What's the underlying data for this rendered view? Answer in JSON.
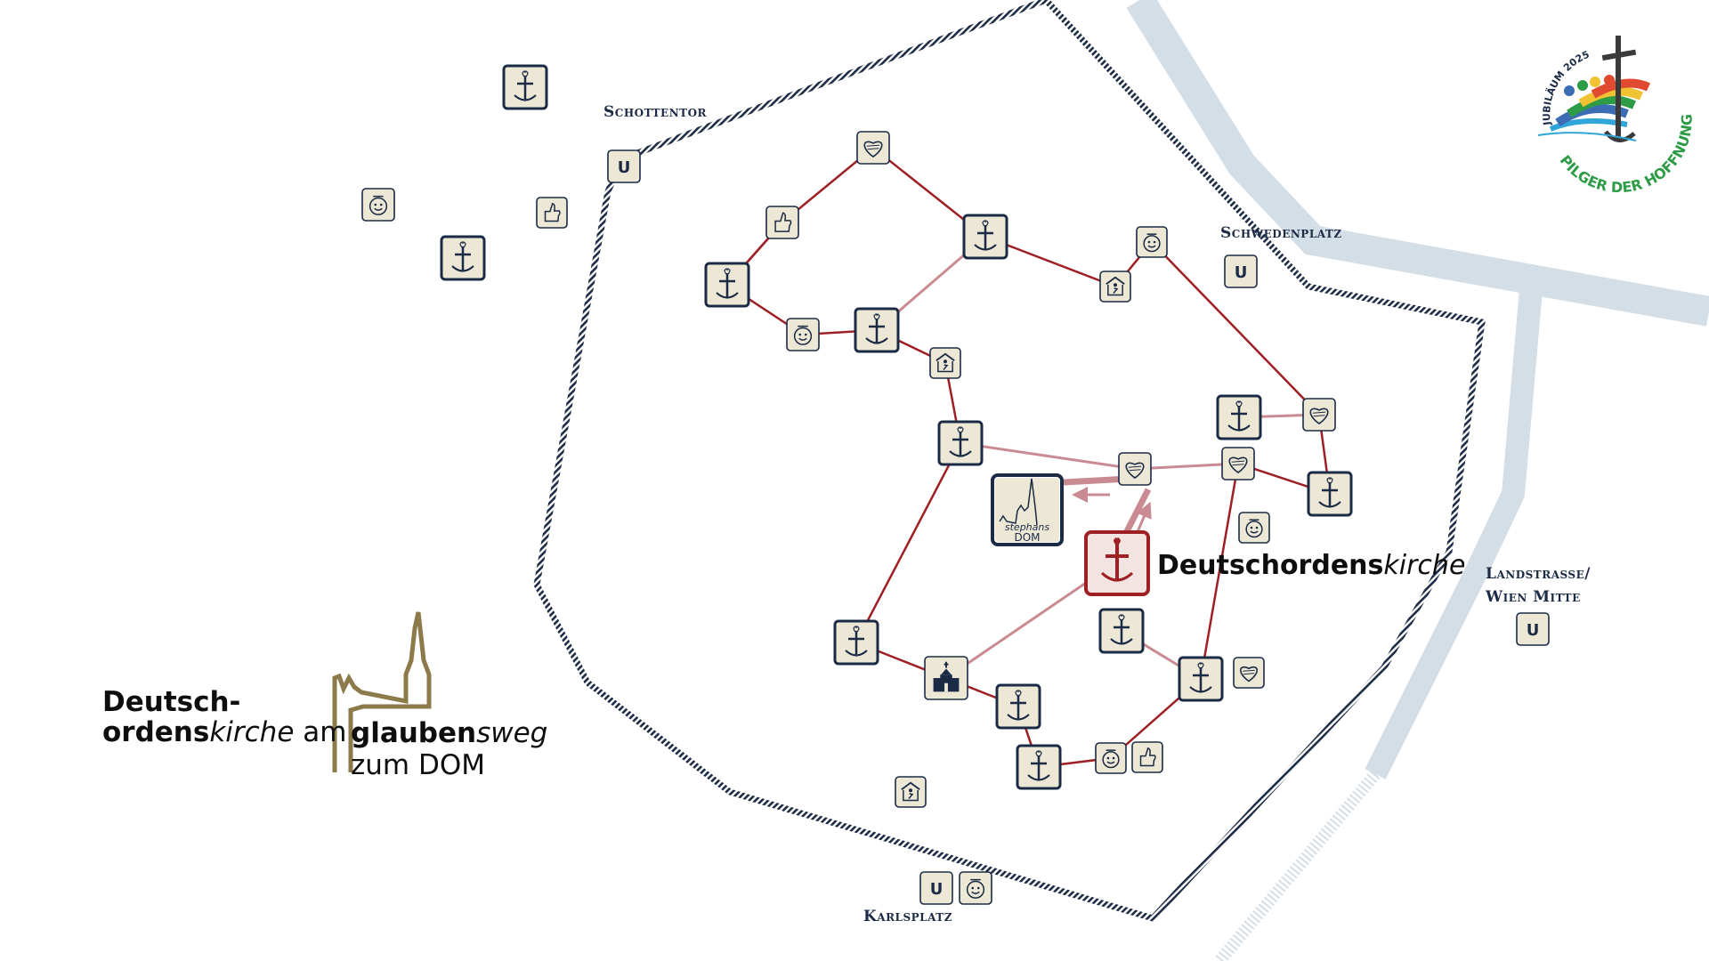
{
  "colors": {
    "path_red": "#9e1f24",
    "path_pink": "#c98b91",
    "danube": "#d3dee6",
    "wall": "#1e2d45",
    "icon_bg": "#ede8d6",
    "icon_stroke": "#1b2b45",
    "highlight": "#9e1f24",
    "gold": "#8c7a4a",
    "logo_green": "#2e9b47"
  },
  "stations": {
    "schottentor": {
      "label": "Schottentor",
      "symbol": "U"
    },
    "schwedenplatz": {
      "label": "Schwedenplatz",
      "symbol": "U"
    },
    "landstrasse": {
      "line1": "Landstrasse/",
      "line2": "Wien Mitte",
      "symbol": "U"
    },
    "karlsplatz": {
      "label": "Karlsplatz",
      "symbol": "U"
    }
  },
  "dom": {
    "line1": "stephans",
    "line2": "DOM"
  },
  "church": {
    "bold": "Deutschordens",
    "italic": "kirche"
  },
  "brand": {
    "line1": "Deutsch-",
    "line2_bold": "ordens",
    "line2_italic": "kirche",
    "line2_rest": " am",
    "line3_bold": "glauben",
    "line3_italic": "sweg",
    "line4": "zum DOM"
  },
  "logo": {
    "arc_top": "JUBILÄUM 2025",
    "arc_bottom": "PILGER DER HOFFNUNG"
  }
}
